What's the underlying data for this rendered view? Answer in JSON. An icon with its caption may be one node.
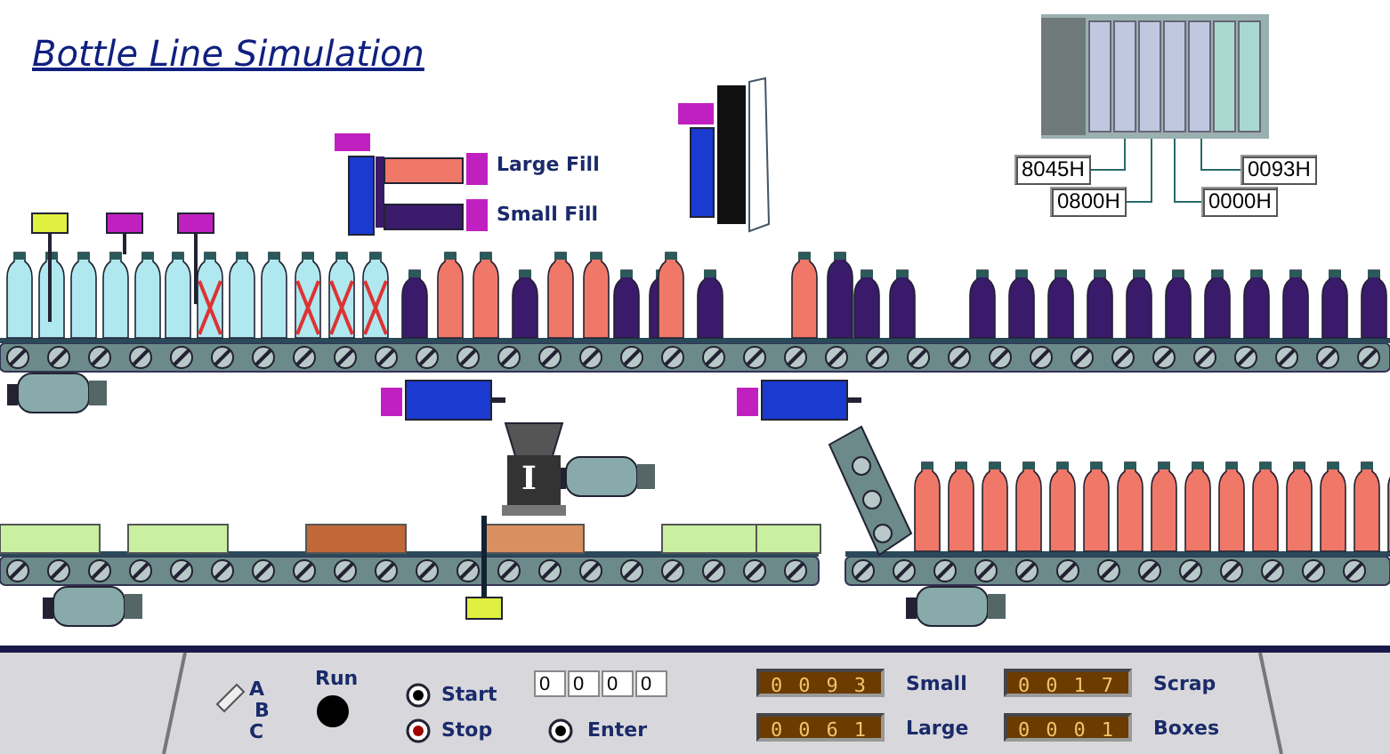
{
  "diagram": {
    "title": "Bottle Line Simulation",
    "nodes": [
      {
        "text": [],
        "shape": "picture"
      },
      {
        "text": [
          "8045H"
        ]
      },
      {
        "text": [
          "0800H"
        ]
      },
      {
        "text": [
          "0000H"
        ]
      },
      {
        "text": [
          "0093H"
        ]
      }
    ],
    "edges": [
      {
        "from": 1,
        "to": 0,
        "arrow": "none"
      },
      {
        "from": 2,
        "to": 0,
        "arrow": "none"
      },
      {
        "from": 3,
        "to": 0,
        "arrow": "none"
      },
      {
        "from": 4,
        "to": 0,
        "arrow": "none"
      }
    ],
    "labels": [
      "Large Fill",
      "Small Fill",
      "I",
      "A",
      "B",
      "C",
      "Run",
      "Start",
      "Stop",
      "0",
      "0",
      "0",
      "0",
      "Enter",
      "0093",
      "Small",
      "0017",
      "Scrap",
      "0061",
      "Large",
      "0001",
      "Boxes"
    ]
  }
}
